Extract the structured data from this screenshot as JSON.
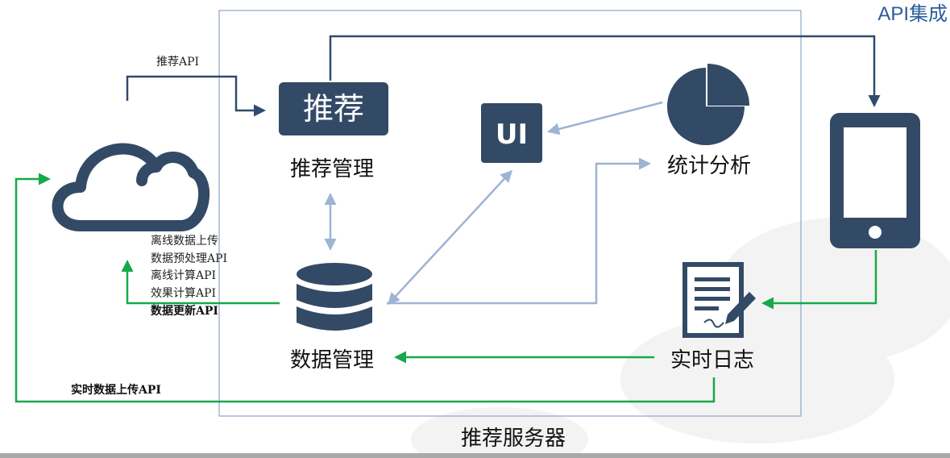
{
  "title": "API集成",
  "server_label": "推荐服务器",
  "nodes": {
    "recommend_badge": "推荐",
    "recommend_mgmt": "推荐管理",
    "ui_badge": "UI",
    "stats": "统计分析",
    "data_mgmt": "数据管理",
    "realtime_log": "实时日志"
  },
  "labels": {
    "recommend_api": "推荐API",
    "cloud_apis": [
      "离线数据上传",
      "数据预处理API",
      "离线计算API",
      "效果计算API",
      "数据更新API"
    ],
    "realtime_upload": "实时数据上传API"
  },
  "colors": {
    "dark": "#334a66",
    "light_arrow": "#9db4d2",
    "green_arrow": "#17a84a",
    "title": "#2a5c9a"
  }
}
